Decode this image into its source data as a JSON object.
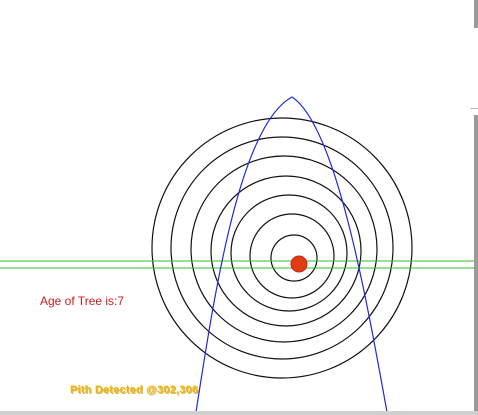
{
  "app": {
    "age_label": "Age of Tree is:7",
    "pith_label": "Pith Detected @302,306"
  },
  "scene": {
    "ring_count": 7,
    "pith_color": "#e23c14",
    "pith_outline": "#c0281a",
    "ring_color": "#111111",
    "parabola_color": "#1c2bd6",
    "guide_line_color": "#2fbe2f"
  }
}
